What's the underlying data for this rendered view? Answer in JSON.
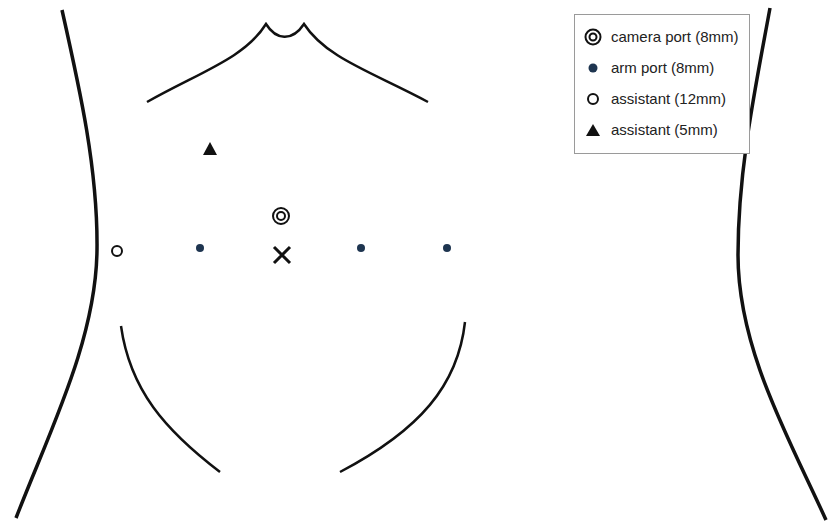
{
  "diagram": {
    "legend": [
      {
        "text": "camera port (8mm)"
      },
      {
        "text": "arm port (8mm)"
      },
      {
        "text": "assistant (12mm)"
      },
      {
        "text": "assistant (5mm)"
      }
    ]
  }
}
